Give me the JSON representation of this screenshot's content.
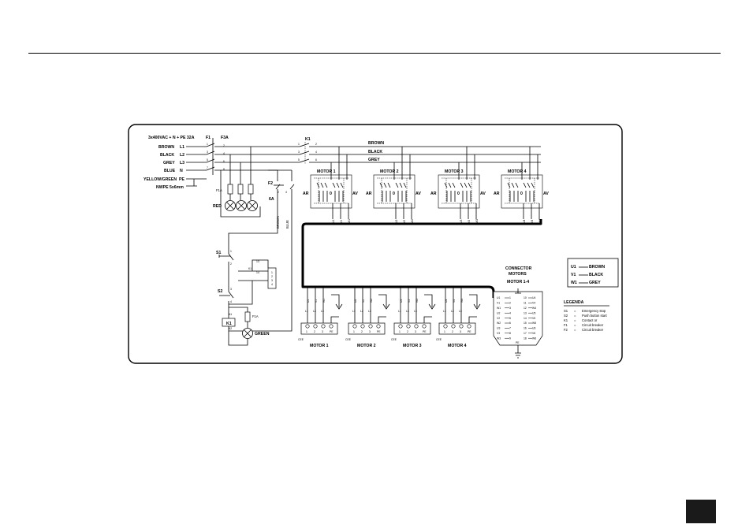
{
  "supply": {
    "title": "3x400VAC + N + PE 32A",
    "phases": [
      {
        "color": "BROWN",
        "line": "L1"
      },
      {
        "color": "BLACK",
        "line": "L2"
      },
      {
        "color": "GREY",
        "line": "L3"
      },
      {
        "color": "BLUE",
        "line": "N"
      },
      {
        "color": "YELLOW/GREEN",
        "line": "PE"
      }
    ],
    "cable": "NWPE 5x6mm"
  },
  "f1": {
    "name": "F1",
    "rating": "F3A"
  },
  "f2": {
    "name": "F2",
    "rating": "6A"
  },
  "k1": {
    "name": "K1"
  },
  "bus_labels": [
    "BROWN",
    "BLACK",
    "GREY"
  ],
  "lamp_fuse": "F1A",
  "lamp_red": "RED",
  "lamp_green": "GREEN",
  "vertical_labels": {
    "brown": "BROWN",
    "blue": "BLUE"
  },
  "s1": "S1",
  "s2": "S2",
  "k1_coil": {
    "name": "K1",
    "a1": "A1",
    "a2": "A2"
  },
  "switch_labels": {
    "ar": "AR",
    "av": "AV",
    "zero": "0"
  },
  "motors": [
    {
      "name": "MOTOR 1",
      "terms": [
        "U1",
        "V1",
        "W1"
      ],
      "label": "MOTOR 1"
    },
    {
      "name": "MOTOR 2",
      "terms": [
        "U2",
        "V2",
        "W2"
      ],
      "label": "MOTOR 2"
    },
    {
      "name": "MOTOR 3",
      "terms": [
        "U3",
        "V3",
        "W3"
      ],
      "label": "MOTOR 3"
    },
    {
      "name": "MOTOR 4",
      "terms": [
        "U4",
        "V4",
        "W4"
      ],
      "label": "MOTOR 4"
    }
  ],
  "plug": {
    "lines": [
      "L1",
      "L2",
      "L3"
    ],
    "pins": [
      "1",
      "2",
      "3",
      "PE"
    ],
    "cee": "CEE"
  },
  "connector": {
    "title1": "CONNECTOR",
    "title2": "MOTORS",
    "sub": "MOTOR 1-4",
    "left": [
      "U1",
      "V1",
      "W1",
      "U2",
      "V2",
      "W2",
      "U3",
      "V3",
      "W3"
    ],
    "right": [
      "U4",
      "V4",
      "W4",
      "U5",
      "V5",
      "W5",
      "U6",
      "V6",
      "W6"
    ],
    "pe": "PE"
  },
  "wire_colors": [
    {
      "term": "U1",
      "color": "BROWN"
    },
    {
      "term": "V1",
      "color": "BLACK"
    },
    {
      "term": "W1",
      "color": "GREY"
    }
  ],
  "legend": {
    "title": "LEGENDA",
    "items": [
      {
        "code": "S1",
        "eq": "=",
        "desc": "Emergency stop"
      },
      {
        "code": "S2",
        "eq": "=",
        "desc": "Push button start"
      },
      {
        "code": "K1",
        "eq": "=",
        "desc": "Contact or"
      },
      {
        "code": "F1",
        "eq": "=",
        "desc": "Circuit breaker"
      },
      {
        "code": "F2",
        "eq": "=",
        "desc": "Circuit breaker"
      }
    ]
  }
}
